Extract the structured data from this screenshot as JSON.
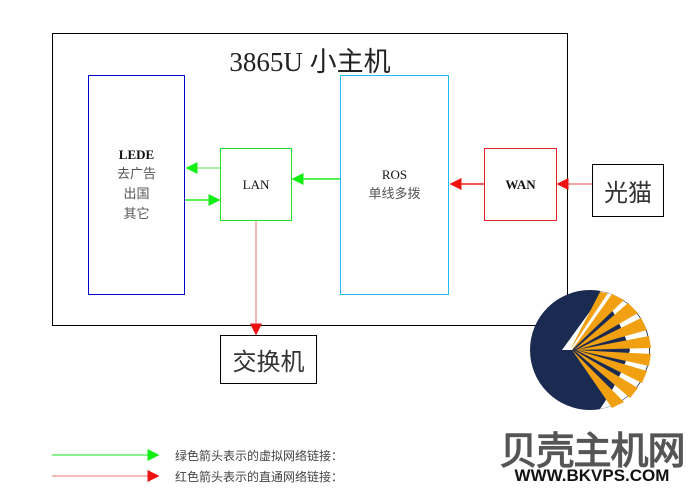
{
  "title": "3865U 小主机",
  "nodes": {
    "lede": {
      "title": "LEDE",
      "lines": [
        "去广告",
        "出国",
        "其它"
      ]
    },
    "lan": {
      "title": "LAN"
    },
    "ros": {
      "title": "ROS",
      "lines": [
        "单线多拨"
      ]
    },
    "wan": {
      "title": "WAN"
    },
    "modem": {
      "label": "光猫"
    },
    "switch": {
      "label": "交换机"
    }
  },
  "legend": [
    {
      "text": "绿色箭头表示的虚拟网络链接：",
      "color": "#22ee22"
    },
    {
      "text": "红色箭头表示的直通网络链接：",
      "color": "#ee2222"
    }
  ],
  "logo": {
    "name": "贝壳主机网",
    "url": "WWW.BKVPS.COM",
    "colors": {
      "navy": "#1a2a50",
      "orange": "#f0a010"
    }
  }
}
